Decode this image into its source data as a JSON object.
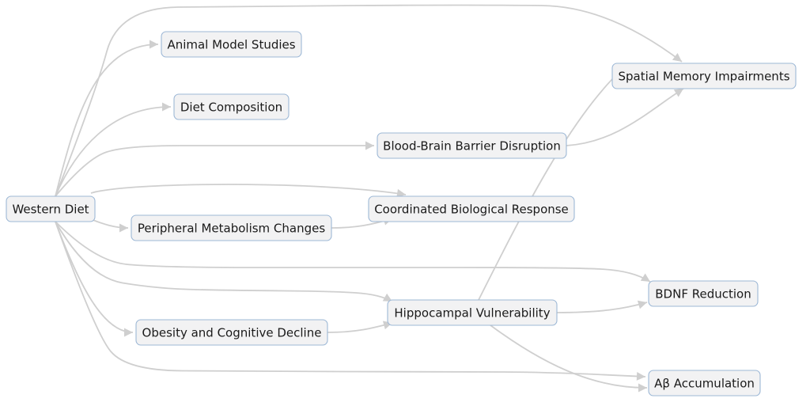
{
  "diagram": {
    "nodes": [
      {
        "id": "western-diet",
        "label": "Western Diet"
      },
      {
        "id": "animal-model-studies",
        "label": "Animal Model Studies"
      },
      {
        "id": "diet-composition",
        "label": "Diet Composition"
      },
      {
        "id": "blood-brain-barrier-disruption",
        "label": "Blood-Brain Barrier Disruption"
      },
      {
        "id": "coordinated-biological-response",
        "label": "Coordinated Biological Response"
      },
      {
        "id": "peripheral-metabolism-changes",
        "label": "Peripheral Metabolism Changes"
      },
      {
        "id": "spatial-memory-impairments",
        "label": "Spatial Memory Impairments"
      },
      {
        "id": "bdnf-reduction",
        "label": "BDNF Reduction"
      },
      {
        "id": "hippocampal-vulnerability",
        "label": "Hippocampal Vulnerability"
      },
      {
        "id": "obesity-and-cognitive-decline",
        "label": "Obesity and Cognitive Decline"
      },
      {
        "id": "abeta-accumulation",
        "label": "Aβ Accumulation"
      }
    ],
    "edges": [
      {
        "from": "western-diet",
        "to": "animal-model-studies"
      },
      {
        "from": "western-diet",
        "to": "diet-composition"
      },
      {
        "from": "western-diet",
        "to": "spatial-memory-impairments"
      },
      {
        "from": "western-diet",
        "to": "blood-brain-barrier-disruption"
      },
      {
        "from": "western-diet",
        "to": "coordinated-biological-response"
      },
      {
        "from": "western-diet",
        "to": "peripheral-metabolism-changes"
      },
      {
        "from": "western-diet",
        "to": "bdnf-reduction"
      },
      {
        "from": "western-diet",
        "to": "hippocampal-vulnerability"
      },
      {
        "from": "western-diet",
        "to": "obesity-and-cognitive-decline"
      },
      {
        "from": "western-diet",
        "to": "abeta-accumulation"
      },
      {
        "from": "blood-brain-barrier-disruption",
        "to": "spatial-memory-impairments"
      },
      {
        "from": "peripheral-metabolism-changes",
        "to": "coordinated-biological-response"
      },
      {
        "from": "obesity-and-cognitive-decline",
        "to": "hippocampal-vulnerability"
      },
      {
        "from": "hippocampal-vulnerability",
        "to": "spatial-memory-impairments"
      },
      {
        "from": "hippocampal-vulnerability",
        "to": "bdnf-reduction"
      },
      {
        "from": "hippocampal-vulnerability",
        "to": "abeta-accumulation"
      }
    ]
  }
}
